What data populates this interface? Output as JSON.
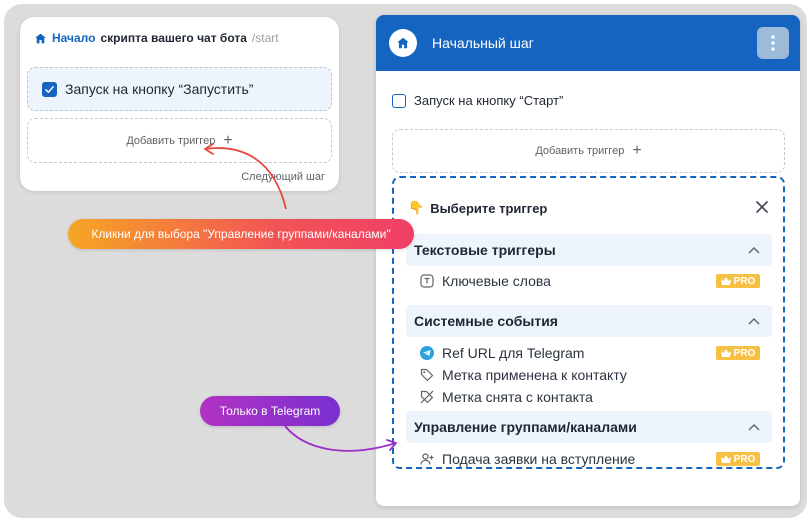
{
  "left_card": {
    "header_start": "Начало",
    "header_title": "скрипта вашего чат бота",
    "header_cmd": "/start",
    "trigger_label": "Запуск на кнопку “Запустить”",
    "add_trigger": "Добавить триггер",
    "next_step": "Следующий шаг"
  },
  "right_panel": {
    "title": "Начальный шаг",
    "trigger_label": "Запуск на кнопку “Старт”",
    "add_trigger": "Добавить триггер",
    "dropdown": {
      "emoji": "👇",
      "title": "Выберите триггер",
      "sections": [
        {
          "title": "Текстовые триггеры",
          "items": [
            {
              "label": "Ключевые слова",
              "icon": "text-box-icon",
              "pro": "PRO"
            }
          ]
        },
        {
          "title": "Системные события",
          "items": [
            {
              "label": "Ref URL для Telegram",
              "icon": "telegram-icon",
              "pro": "PRO"
            },
            {
              "label": "Метка применена к контакту",
              "icon": "tag-icon"
            },
            {
              "label": "Метка снята с контакта",
              "icon": "tag-off-icon"
            }
          ]
        },
        {
          "title": "Управление группами/каналами",
          "items": [
            {
              "label": "Подача заявки на вступление",
              "icon": "user-plus-icon",
              "pro": "PRO"
            }
          ]
        }
      ]
    }
  },
  "callouts": {
    "orange": "Кликни для выбора \"Управление группами/каналами\"",
    "purple": "Только в Telegram"
  },
  "colors": {
    "primary": "#1565c0",
    "pro_badge": "#f6c042",
    "section_bg": "#eef4fb"
  }
}
